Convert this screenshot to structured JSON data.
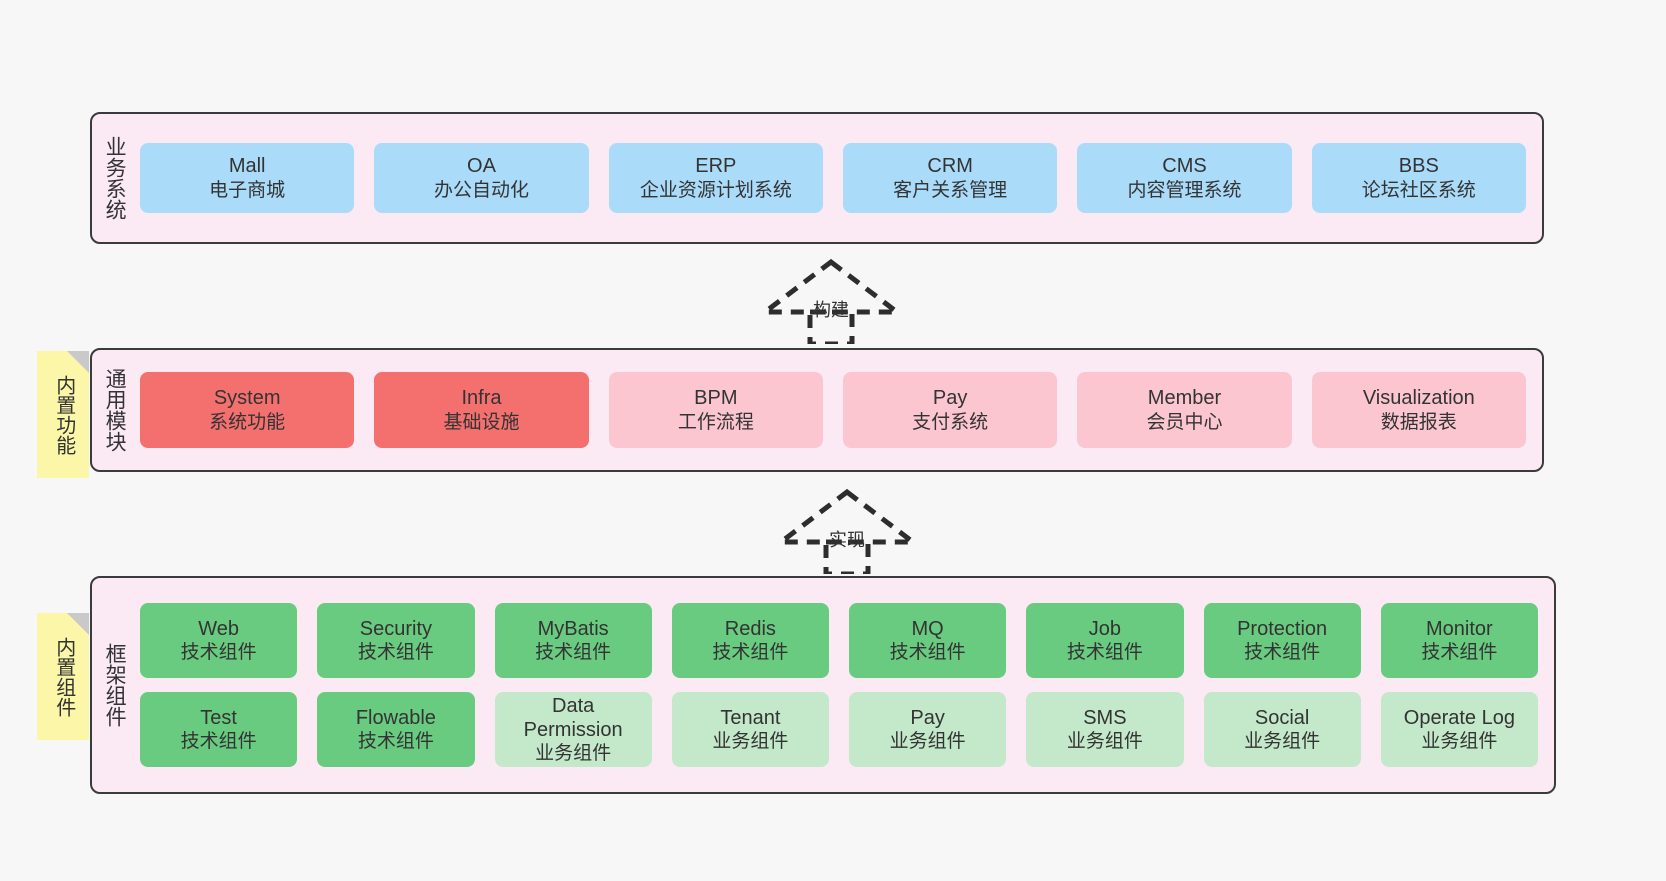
{
  "diagram": {
    "background_color": "#f7f7f7",
    "panel_fill": "#fbeaf4",
    "panel_border": "#3b3b3b",
    "note_fill": "#fcf7a8"
  },
  "layers": [
    {
      "key": "business",
      "title": "业务系统",
      "accent": "#aadcfa",
      "rows": [
        {
          "cards": [
            {
              "en": "Mall",
              "cn": "电子商城",
              "style": "blue"
            },
            {
              "en": "OA",
              "cn": "办公自动化",
              "style": "blue"
            },
            {
              "en": "ERP",
              "cn": "企业资源计划系统",
              "style": "blue"
            },
            {
              "en": "CRM",
              "cn": "客户关系管理",
              "style": "blue"
            },
            {
              "en": "CMS",
              "cn": "内容管理系统",
              "style": "blue"
            },
            {
              "en": "BBS",
              "cn": "论坛社区系统",
              "style": "blue"
            }
          ]
        }
      ]
    },
    {
      "key": "modules",
      "title": "通用模块",
      "accent": "#f4706f",
      "note": "内置功能",
      "rows": [
        {
          "cards": [
            {
              "en": "System",
              "cn": "系统功能",
              "style": "red"
            },
            {
              "en": "Infra",
              "cn": "基础设施",
              "style": "red"
            },
            {
              "en": "BPM",
              "cn": "工作流程",
              "style": "pink"
            },
            {
              "en": "Pay",
              "cn": "支付系统",
              "style": "pink"
            },
            {
              "en": "Member",
              "cn": "会员中心",
              "style": "pink"
            },
            {
              "en": "Visualization",
              "cn": "数据报表",
              "style": "pink"
            }
          ]
        }
      ]
    },
    {
      "key": "framework",
      "title": "框架组件",
      "accent": "#69cb80",
      "note": "内置组件",
      "rows": [
        {
          "cards": [
            {
              "en": "Web",
              "cn": "技术组件",
              "style": "green"
            },
            {
              "en": "Security",
              "cn": "技术组件",
              "style": "green"
            },
            {
              "en": "MyBatis",
              "cn": "技术组件",
              "style": "green"
            },
            {
              "en": "Redis",
              "cn": "技术组件",
              "style": "green"
            },
            {
              "en": "MQ",
              "cn": "技术组件",
              "style": "green"
            },
            {
              "en": "Job",
              "cn": "技术组件",
              "style": "green"
            },
            {
              "en": "Protection",
              "cn": "技术组件",
              "style": "green"
            },
            {
              "en": "Monitor",
              "cn": "技术组件",
              "style": "green"
            }
          ]
        },
        {
          "cards": [
            {
              "en": "Test",
              "cn": "技术组件",
              "style": "green"
            },
            {
              "en": "Flowable",
              "cn": "技术组件",
              "style": "green"
            },
            {
              "en": "Data Permission",
              "cn": "业务组件",
              "style": "lightgreen"
            },
            {
              "en": "Tenant",
              "cn": "业务组件",
              "style": "lightgreen"
            },
            {
              "en": "Pay",
              "cn": "业务组件",
              "style": "lightgreen"
            },
            {
              "en": "SMS",
              "cn": "业务组件",
              "style": "lightgreen"
            },
            {
              "en": "Social",
              "cn": "业务组件",
              "style": "lightgreen"
            },
            {
              "en": "Operate Log",
              "cn": "业务组件",
              "style": "lightgreen"
            }
          ]
        }
      ]
    }
  ],
  "notes": [
    {
      "key": "functions",
      "label": "内置功能"
    },
    {
      "key": "components",
      "label": "内置组件"
    }
  ],
  "arrows": [
    {
      "key": "build",
      "label": "构建"
    },
    {
      "key": "impl",
      "label": "实现"
    }
  ]
}
